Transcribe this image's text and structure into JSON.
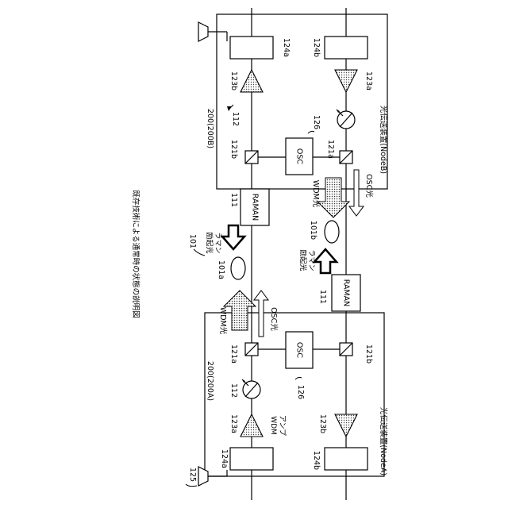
{
  "title": "既存技術による通常時の状態の説明図",
  "system_label": "101",
  "nodeB": {
    "label": "200(200B)",
    "name": "光伝送装置(NodeB)",
    "amp_a": "123a",
    "amp_b": "123b",
    "term_a": "124a",
    "term_b": "124b",
    "coupler_a": "121a",
    "coupler_b": "121b",
    "osc": "OSC",
    "osc_ref": "126",
    "voa": "112",
    "raman": "RAMAN",
    "raman_ref": "111",
    "wdm_light": "WDM光",
    "osc_light": "OSC光"
  },
  "nodeA": {
    "label": "200(200A)",
    "name": "光伝送装置(NodeA)",
    "amp_a": "123a",
    "amp_b": "123b",
    "term_a": "124a",
    "term_b": "124b",
    "coupler_a": "121a",
    "coupler_b": "121b",
    "osc": "OSC",
    "osc_ref": "126",
    "voa": "112",
    "raman": "RAMAN",
    "raman_ref": "111",
    "wdm_light": "WDM光",
    "osc_light": "OSC光",
    "wdm_amp": "WDM\nアンプ",
    "wdm_amp_line1": "WDM",
    "wdm_amp_line2": "アンプ",
    "antenna_ref": "125"
  },
  "fibers": {
    "upper": "101a",
    "lower": "101b"
  },
  "raman_pump_upper": {
    "line1": "ラマン",
    "line2": "励起光"
  },
  "raman_pump_lower": {
    "line1": "ラマン",
    "line2": "励起光"
  }
}
